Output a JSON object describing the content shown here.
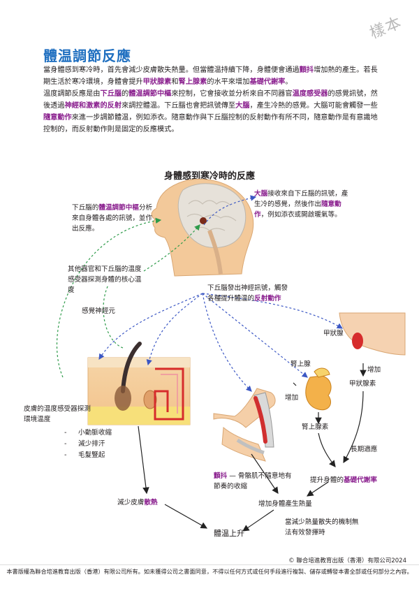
{
  "stamp": "樣本",
  "title": "體温調節反應",
  "intro": {
    "p1": [
      {
        "t": "當身體感到寒冷時，首先會減少皮膚散失熱量。但當體温持續下降，身體便會通過"
      },
      {
        "t": "顫抖",
        "c": "p"
      },
      {
        "t": "增加熱的產生。若長期生活於寒冷環境，身體會提升"
      },
      {
        "t": "甲狀腺素",
        "c": "p"
      },
      {
        "t": "和"
      },
      {
        "t": "腎上腺素",
        "c": "p"
      },
      {
        "t": "的水平來增加"
      },
      {
        "t": "基礎代謝率",
        "c": "p"
      },
      {
        "t": "。"
      }
    ],
    "p2": [
      {
        "t": "温度調節反應是由"
      },
      {
        "t": "下丘腦",
        "c": "p"
      },
      {
        "t": "的"
      },
      {
        "t": "體温調節中樞",
        "c": "p"
      },
      {
        "t": "來控制，它會接收並分析來自不同器官"
      },
      {
        "t": "温度感受器",
        "c": "p"
      },
      {
        "t": "的感覺訊號，然後透過"
      },
      {
        "t": "神經和激素的反射",
        "c": "p"
      },
      {
        "t": "來調控體温。下丘腦也會把訊號傳至"
      },
      {
        "t": "大腦",
        "c": "p"
      },
      {
        "t": "，產生冷熱的感覺。大腦可能會觸發一些"
      },
      {
        "t": "隨意動作",
        "c": "p"
      },
      {
        "t": "來進一步調節體温，例如添衣。隨意動作與下丘腦控制的反射動作有所不同，隨意動作是有意識地控制的，而反射動作則是固定的反應模式。"
      }
    ]
  },
  "diagram": {
    "title": "身體感到寒冷時的反應",
    "hypothalamus_label": [
      {
        "t": "下丘腦的"
      },
      {
        "t": "體温調節中樞",
        "c": "p"
      },
      {
        "t": "分析來自身體各處的訊號，並作出反應。"
      }
    ],
    "brain_label": [
      {
        "t": "大腦",
        "c": "p"
      },
      {
        "t": "接收來自下丘腦的訊號，產生冷的感覺，然後作出"
      },
      {
        "t": "隨意動作",
        "c": "p"
      },
      {
        "t": "，例如添衣或開啟暖氣等。"
      }
    ],
    "internal_receptors": "其他器官和下丘腦的温度感受器探測身體的核心温度",
    "sensory_neuron": "感覺神經元",
    "nerve_signal": [
      {
        "t": "下丘腦發出神經訊號，觸發各種提升體温的"
      },
      {
        "t": "反射動作",
        "c": "p"
      }
    ],
    "skin_receptors": "皮膚的温度感受器探測環境温度",
    "skin_bullets": [
      "小動脈收縮",
      "減少排汗",
      "毛髮豎起"
    ],
    "thyroid": "甲狀腺",
    "adrenal": "腎上腺",
    "increase_1": "增加",
    "increase_2": "增加",
    "thyroxine": "甲狀腺素",
    "adrenaline": "腎上腺素",
    "long_term": "長期適應",
    "shiver": [
      {
        "t": "顫抖",
        "c": "p"
      },
      {
        "t": " — 骨骼肌不隨意地有節奏的收縮"
      }
    ],
    "bmr": [
      {
        "t": "提升身體的"
      },
      {
        "t": "基礎代謝率",
        "c": "p"
      }
    ],
    "reduce_loss": [
      {
        "t": "減少皮膚"
      },
      {
        "t": "散熱",
        "c": "p"
      }
    ],
    "heat_prod": "增加身體產生熱量",
    "fail_note": "當減少熱量散失的機制無法有效發揮時",
    "temp_rise": "體温上升"
  },
  "footer": {
    "copyright": "© 聯合培進教育出版（香港）有限公司2024",
    "notice": "本書版權為聯合培進教育出版（香港）有限公司所有。如未獲得公司之書面同意，不得以任何方式或任何手段進行複製、儲存或轉發本書全部或任何部分之內容。"
  },
  "colors": {
    "title_blue": "#1f6fc0",
    "highlight_purple": "#8a1f8e",
    "green_sensory": "#2e9b4a",
    "blue_motor": "#3b57c4"
  }
}
